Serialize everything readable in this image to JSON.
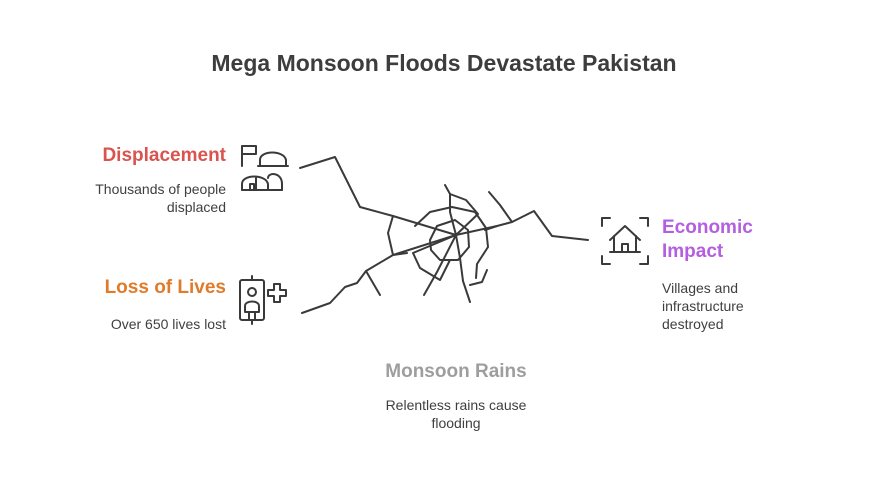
{
  "title": "Mega Monsoon Floods Devastate Pakistan",
  "nodes": {
    "displacement": {
      "label": "Displacement",
      "desc_line1": "Thousands of people",
      "desc_line2": "displaced",
      "color": "#d9534f",
      "icon": "tents-icon"
    },
    "loss_of_lives": {
      "label": "Loss of Lives",
      "desc_line1": "Over 650 lives lost",
      "color": "#e07b2a",
      "icon": "person-medical-icon"
    },
    "economic_impact": {
      "label_line1": "Economic",
      "label_line2": "Impact",
      "desc_line1": "Villages and",
      "desc_line2": "infrastructure",
      "desc_line3": "destroyed",
      "color": "#b45ee0",
      "icon": "house-icon"
    },
    "monsoon_rains": {
      "label": "Monsoon Rains",
      "desc_line1": "Relentless rains cause",
      "desc_line2": "flooding",
      "color": "#9e9e9e"
    }
  },
  "colors": {
    "title": "#3d3d3d",
    "lines": "#3a3a3a"
  }
}
